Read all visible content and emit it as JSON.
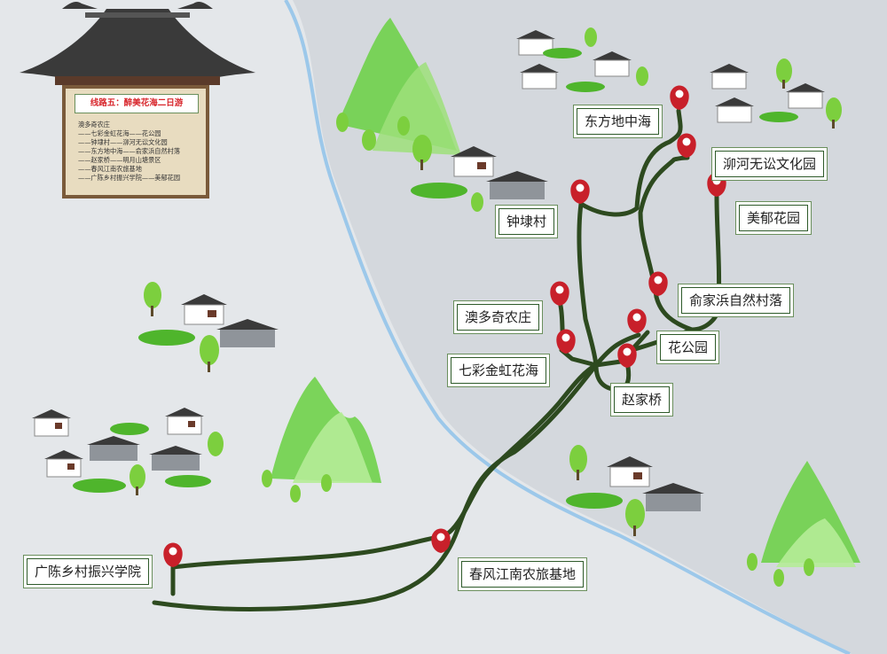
{
  "board": {
    "title": "线路五：醉美花海二日游",
    "items": [
      "澳多奇农庄",
      "——七彩金虹花海——花公园",
      "——钟埭村——泖河无讼文化园",
      "——东方地中海——俞家浜自然村落",
      "——赵家桥——明月山塘景区",
      "——春风江南农旅基地",
      "——广陈乡村振兴学院——美郁花园"
    ]
  },
  "places": [
    {
      "name": "东方地中海"
    },
    {
      "name": "泖河无讼文化园"
    },
    {
      "name": "美郁花园"
    },
    {
      "name": "钟埭村"
    },
    {
      "name": "俞家浜自然村落"
    },
    {
      "name": "澳多奇农庄"
    },
    {
      "name": "花公园"
    },
    {
      "name": "七彩金虹花海"
    },
    {
      "name": "赵家桥"
    },
    {
      "name": "广陈乡村振兴学院"
    },
    {
      "name": "春风江南农旅基地"
    }
  ],
  "colors": {
    "background": "#e4e7ea",
    "land": "#d4d8dd",
    "river": "#9cc8ea",
    "road": "#2d4a1f",
    "pin": "#c8202a",
    "roof": "#3a3a3a",
    "tree": "#7ccf3e"
  }
}
